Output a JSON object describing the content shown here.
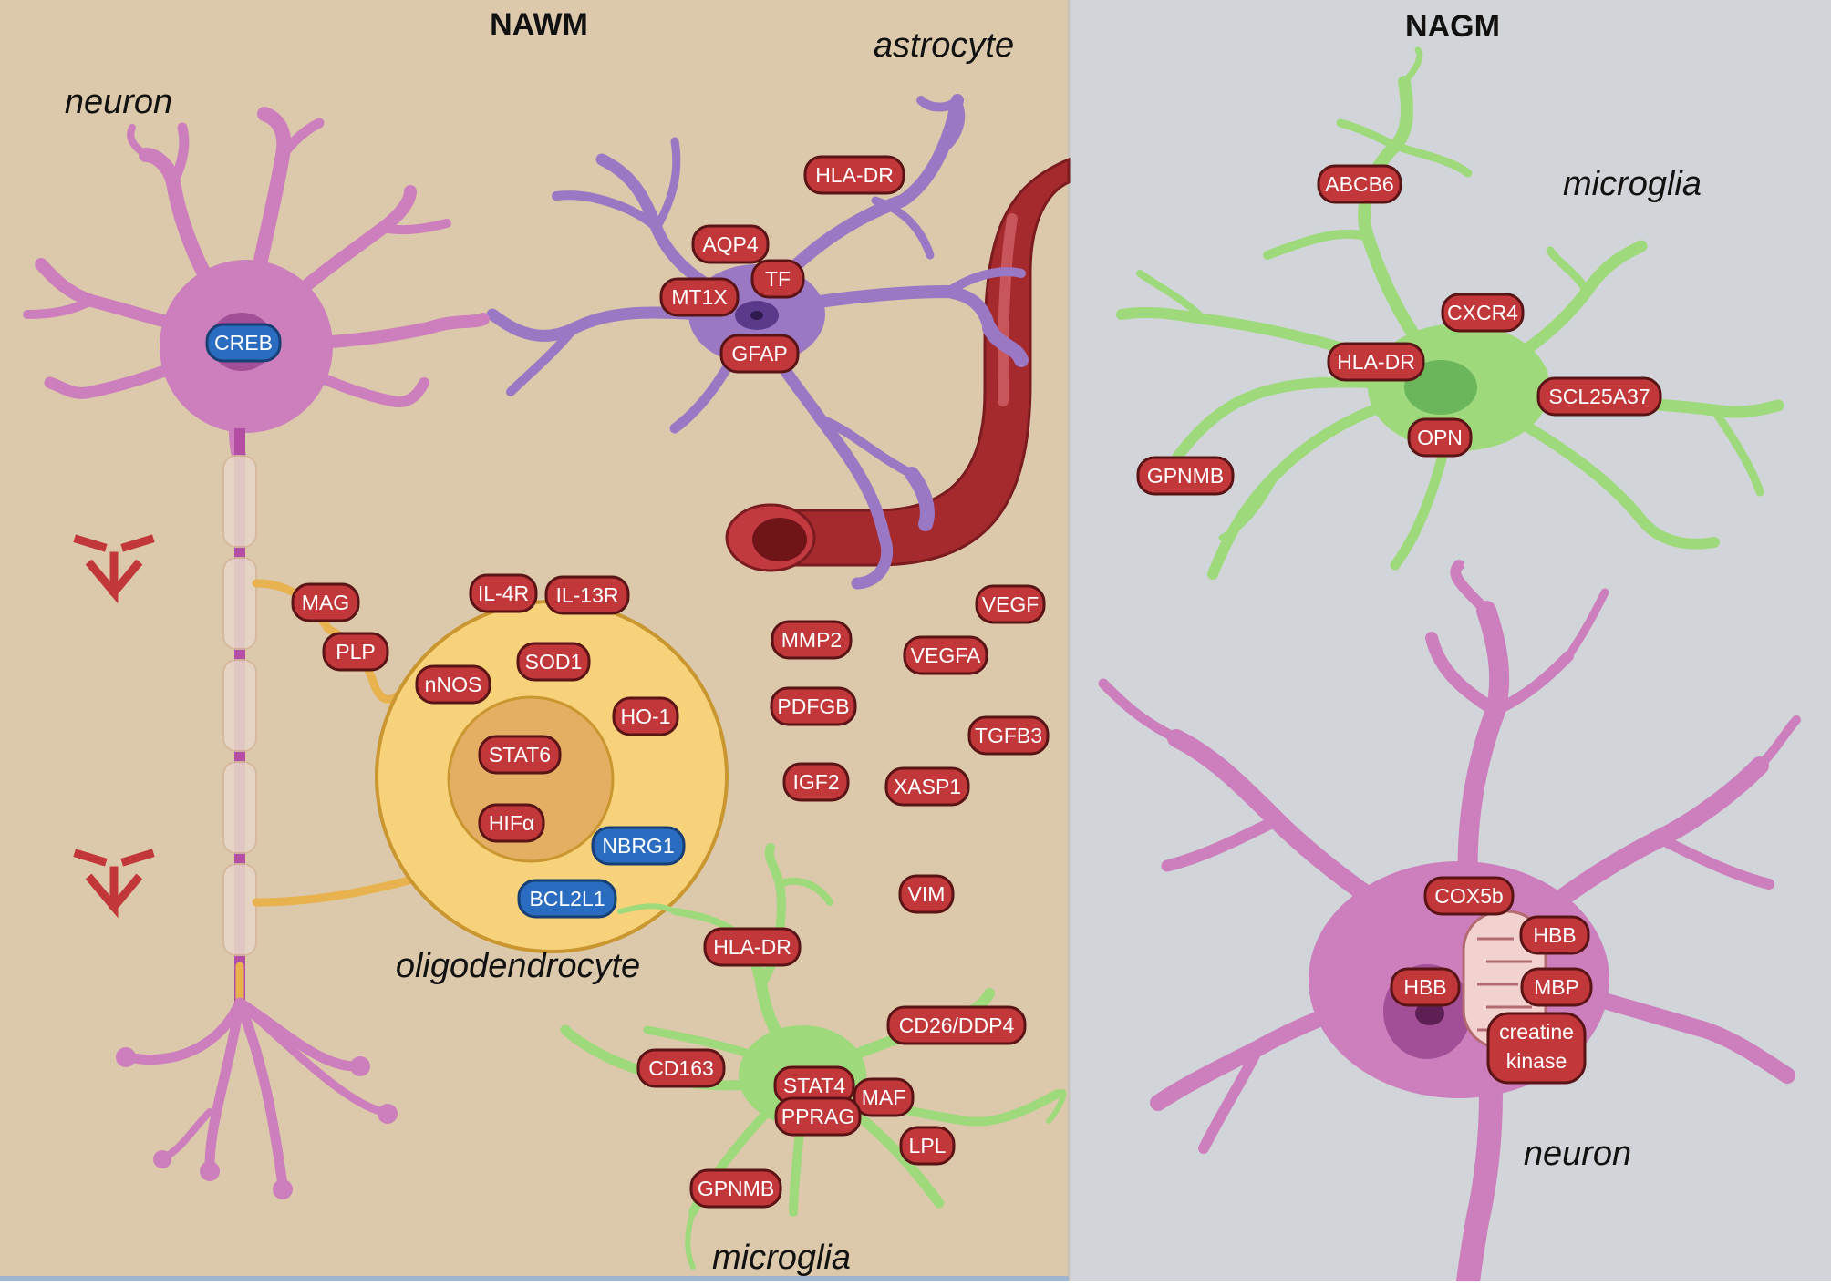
{
  "colors": {
    "nawm_bg": "#dcc8aa",
    "nagm_bg": "#d1d5d9",
    "pill_red": "#c1373a",
    "pill_blue": "#2a6cbf",
    "neuron": "#cc7fbc",
    "astrocyte": "#9b78c4",
    "microglia": "#9ed97c",
    "oligodendrocyte": "#f7d27a",
    "vessel": "#a52a2e"
  },
  "sections": {
    "left_title": "NAWM",
    "right_title": "NAGM"
  },
  "cell_labels": {
    "neuron_left": "neuron",
    "astrocyte": "astrocyte",
    "oligodendrocyte": "oligodendrocyte",
    "microglia_left": "microglia",
    "microglia_right": "microglia",
    "neuron_right": "neuron"
  },
  "markers": {
    "neuron_left": [
      "CREB"
    ],
    "astrocyte": [
      "HLA-DR",
      "AQP4",
      "TF",
      "MT1X",
      "GFAP"
    ],
    "oligodendrocyte": [
      "MAG",
      "PLP",
      "IL-4R",
      "IL-13R",
      "SOD1",
      "nNOS",
      "HO-1",
      "STAT6",
      "HIFα",
      "NBRG1",
      "BCL2L1"
    ],
    "extracellular": [
      "VEGF",
      "MMP2",
      "VEGFA",
      "PDFGB",
      "TGFB3",
      "IGF2",
      "XASP1",
      "VIM"
    ],
    "microglia_left": [
      "HLA-DR",
      "CD26/DDP4",
      "CD163",
      "STAT4",
      "MAF",
      "PPRAG",
      "LPL",
      "GPNMB"
    ],
    "microglia_right": [
      "ABCB6",
      "CXCR4",
      "HLA-DR",
      "SCL25A37",
      "OPN",
      "GPNMB"
    ],
    "neuron_right": [
      "COX5b",
      "HBB",
      "HBB",
      "MBP",
      "creatine",
      "kinase"
    ]
  }
}
